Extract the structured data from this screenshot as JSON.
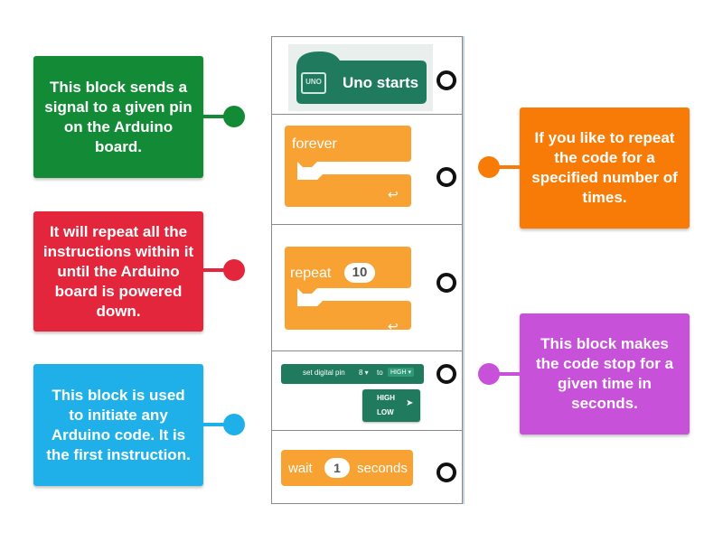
{
  "colors": {
    "green": "#138a36",
    "red": "#e3263b",
    "blue": "#1fb0ea",
    "orange": "#f77b06",
    "purple": "#c751d8",
    "block_green": "#1f7a5e",
    "block_orange": "#f7a233"
  },
  "descriptions": [
    {
      "text": "This block sends a signal to a given pin on the Arduino board."
    },
    {
      "text": "It will repeat all the instructions within it until the Arduino board is powered down."
    },
    {
      "text": "This block is used to initiate any Arduino code. It is the first instruction."
    },
    {
      "text": "If you like to repeat the code for a specified number of times."
    },
    {
      "text": "This block makes the code stop for a given time in seconds."
    }
  ],
  "blocks": {
    "uno": {
      "label": "Uno starts",
      "icon": "uno-board-icon",
      "icon_text": "UNO"
    },
    "forever": {
      "label": "forever",
      "icon": "loop-arrow-icon"
    },
    "repeat": {
      "label": "repeat",
      "count": "10",
      "icon": "loop-arrow-icon"
    },
    "digital": {
      "label": "set digital pin",
      "pin": "8 ▾",
      "to": "to",
      "value": "HIGH ▾",
      "options": [
        "HIGH",
        "LOW"
      ]
    },
    "wait": {
      "label": "wait",
      "count": "1",
      "unit": "seconds"
    }
  }
}
